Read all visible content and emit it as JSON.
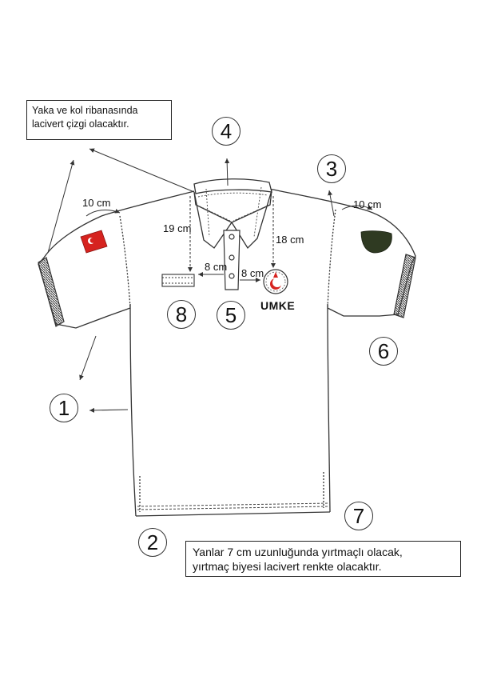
{
  "notes": {
    "collar_note": [
      "Yaka ve kol ribanasında",
      "lacivert çizgi olacaktır."
    ],
    "slit_note": [
      "Yanlar 7 cm uzunluğunda yırtmaçlı olacak,",
      "yırtmaç biyesi lacivert renkte olacaktır."
    ]
  },
  "callouts": [
    "1",
    "2",
    "3",
    "4",
    "5",
    "6",
    "7",
    "8"
  ],
  "dimensions": {
    "left_sleeve_patch": "10 cm",
    "right_sleeve_patch": "10 cm",
    "left_chest_height": "19 cm",
    "right_chest_height": "18 cm",
    "left_chest_spacing": "8 cm",
    "right_chest_spacing": "8 cm"
  },
  "logo": {
    "text": "UMKE"
  },
  "colors": {
    "flag_patch": "#d6231f",
    "right_sleeve_patch": "#2f3a22",
    "logo_crescent": "#d6231f",
    "outline": "#333333",
    "rib": "#555555"
  },
  "icons": {
    "flag_patch": "turkish-flag-icon",
    "logo": "umke-crescent-emblem-icon"
  }
}
